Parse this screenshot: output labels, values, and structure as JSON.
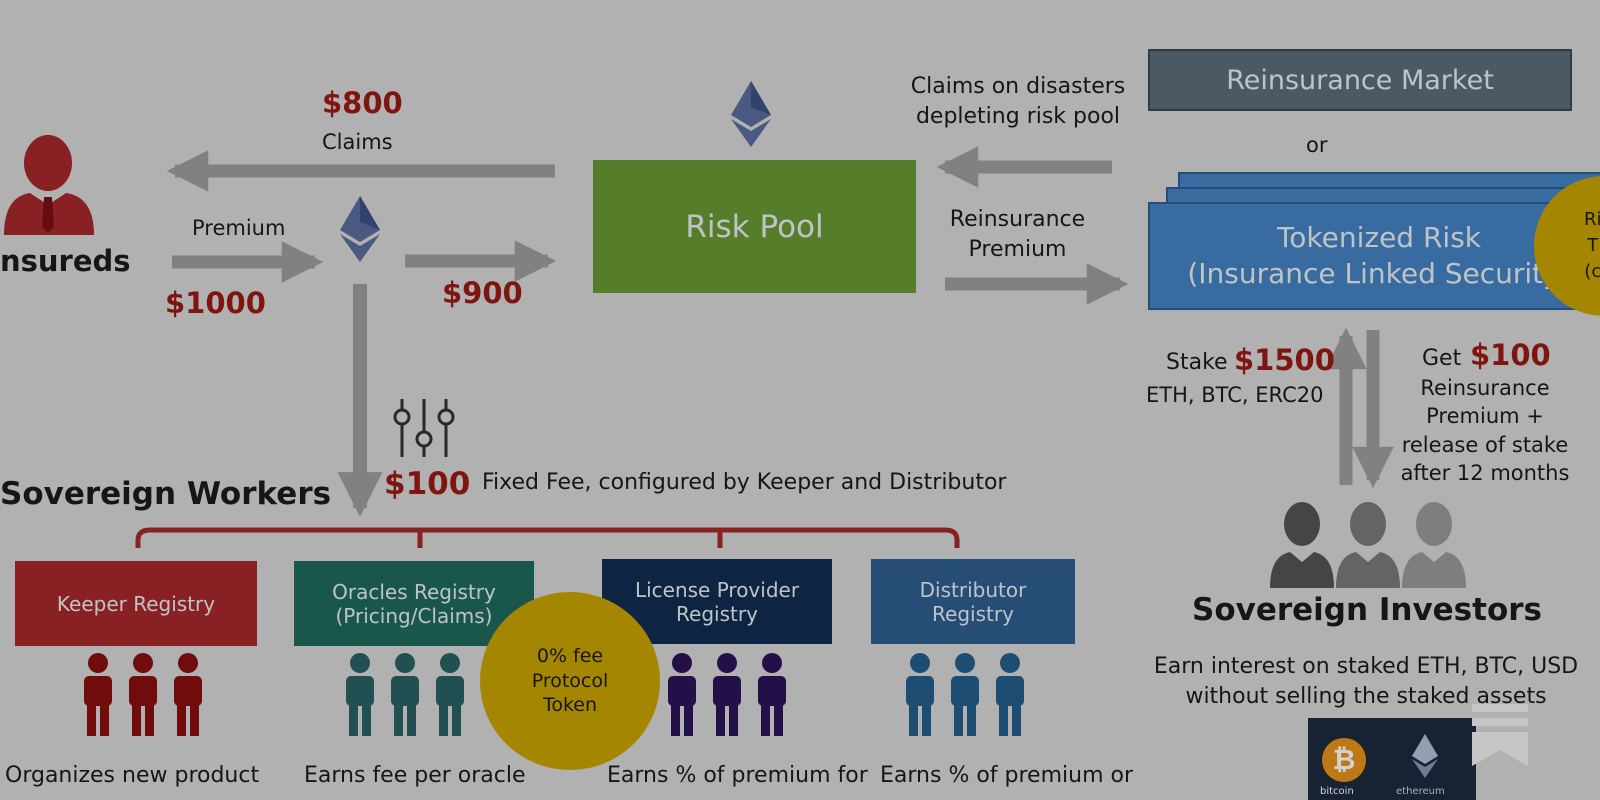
{
  "insureds": {
    "label": "nsureds"
  },
  "premium": {
    "label": "Premium",
    "amount": "$1000"
  },
  "claims": {
    "amount": "$800",
    "label": "Claims"
  },
  "to_pool": {
    "amount": "$900"
  },
  "risk_pool": {
    "label": "Risk Pool"
  },
  "fee": {
    "amount": "$100",
    "text": "Fixed Fee, configured by Keeper and Distributor"
  },
  "workers": {
    "title": "Sovereign Workers"
  },
  "reinsurance": {
    "claims_text": "Claims on disasters\ndepleting risk pool",
    "premium_text": "Reinsurance\nPremium",
    "market": "Reinsurance Market",
    "or": "or",
    "tokenized": "Tokenized Risk\n(Insurance Linked Security)",
    "badge_partial": "Ri\nT\n(c"
  },
  "stake": {
    "label": "Stake",
    "amount": "$1500",
    "assets": "ETH, BTC, ERC20"
  },
  "get": {
    "label": "Get",
    "amount": "$100",
    "text": "Reinsurance\nPremium +\nrelease of stake\nafter 12 months"
  },
  "investors": {
    "title": "Sovereign Investors",
    "text": "Earn interest on staked ETH, BTC, USD\nwithout selling the staked assets"
  },
  "thumbnail": {
    "left": "bitcoin",
    "right": "ethereum"
  },
  "registries": [
    {
      "label": "Keeper Registry",
      "desc": "Organizes new product",
      "color": "#a8282d",
      "person": "#8a0f10"
    },
    {
      "label": "Oracles Registry\n(Pricing/Claims)",
      "desc": "Earns fee per oracle",
      "color": "#1f6b5e",
      "person": "#2a6165"
    },
    {
      "label": "License Provider\nRegistry",
      "desc": "Earns % of premium for",
      "color": "#102d52",
      "person": "#2b1458"
    },
    {
      "label": "Distributor\nRegistry",
      "desc": "Earns % of premium or",
      "color": "#2f5e91",
      "person": "#255f8e"
    }
  ],
  "protocol_token": {
    "label": "0% fee\nProtocol\nToken"
  },
  "colors": {
    "arrow": "#9e9e9e",
    "risk_pool": "#6a9a34",
    "tokenized": "#4583c4",
    "market": "#5c6d7a",
    "gold": "#c9a400",
    "bracket": "#a52a2a"
  }
}
